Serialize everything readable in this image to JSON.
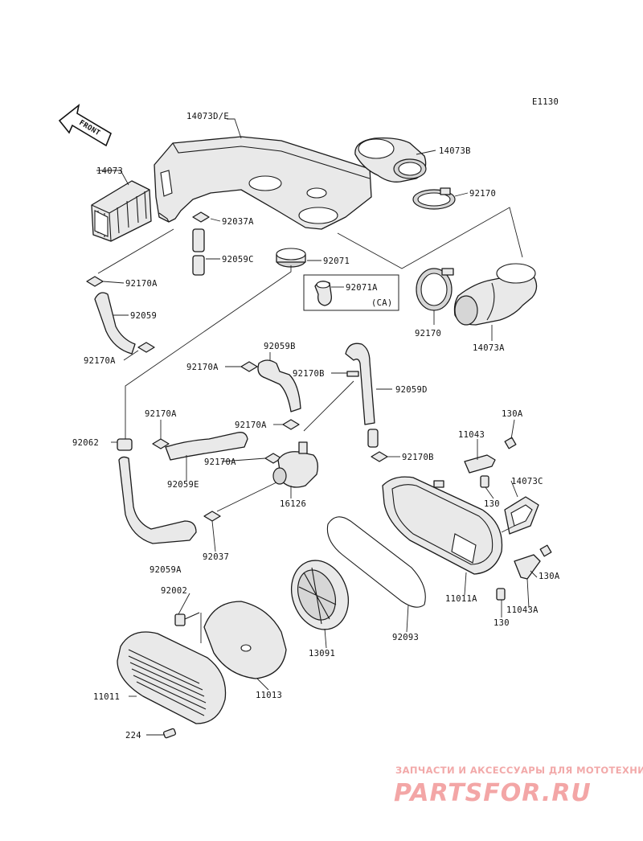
{
  "diagram_code": "E1130",
  "front_marker": "FRONT",
  "labels": {
    "p14073DE": "14073D/E",
    "p14073B": "14073B",
    "p14073": "14073",
    "p92170": "92170",
    "p92037A": "92037A",
    "p92059C": "92059C",
    "p92071": "92071",
    "p92071A": "92071A",
    "p_CA": "(CA)",
    "p92170A_1": "92170A",
    "p92059": "92059",
    "p92170_b": "92170",
    "p14073A": "14073A",
    "p92170A_2": "92170A",
    "p92059B": "92059B",
    "p92170A_3": "92170A",
    "p92170B_1": "92170B",
    "p92059D": "92059D",
    "p92170A_4": "92170A",
    "p92170A_5": "92170A",
    "p92062": "92062",
    "p92170A_6": "92170A",
    "p92170B_2": "92170B",
    "p11043": "11043",
    "p130A_1": "130A",
    "p92059E": "92059E",
    "p16126": "16126",
    "p14073C": "14073C",
    "p130_1": "130",
    "p92037": "92037",
    "p92059A": "92059A",
    "p11011A": "11011A",
    "p130A_2": "130A",
    "p92002": "92002",
    "p130_2": "130",
    "p11043A": "11043A",
    "p92093": "92093",
    "p13091": "13091",
    "p11011": "11011",
    "p11013": "11013",
    "p224": "224"
  },
  "watermark": {
    "tagline": "ЗАПЧАСТИ И АКСЕССУАРЫ ДЛЯ МОТОТЕХНИКИ",
    "logo": "PARTSFOR.RU"
  }
}
